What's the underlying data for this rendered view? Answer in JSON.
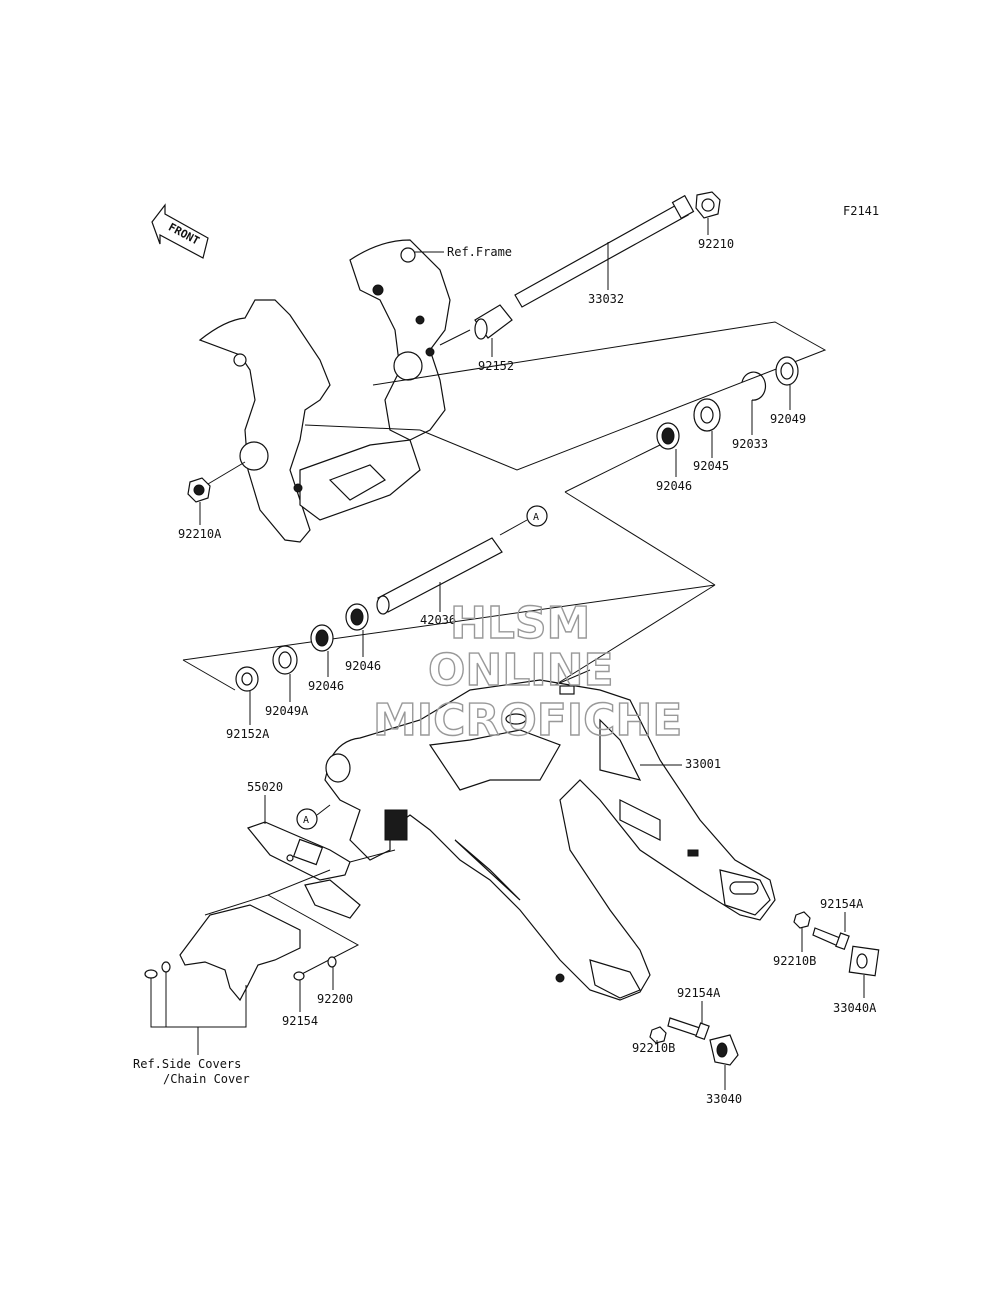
{
  "diagram_id": "F2141",
  "front_label": "FRONT",
  "watermark": [
    "HLSM",
    "ONLINE",
    "MICROFICHE"
  ],
  "ref_labels": {
    "frame": "Ref.Frame",
    "side_covers_line1": "Ref.Side Covers",
    "side_covers_line2": "/Chain Cover"
  },
  "callout": "A",
  "parts": {
    "p92210": "92210",
    "p33032": "33032",
    "p92152": "92152",
    "p92049": "92049",
    "p92033": "92033",
    "p92045": "92045",
    "p92046_top": "92046",
    "p92210A": "92210A",
    "p42036": "42036",
    "p92046_mid": "92046",
    "p92046_low": "92046",
    "p92049A": "92049A",
    "p92152A": "92152A",
    "p33001": "33001",
    "p55020": "55020",
    "p92154A_r": "92154A",
    "p92210B_r": "92210B",
    "p33040A": "33040A",
    "p92154A_c": "92154A",
    "p92210B_c": "92210B",
    "p33040": "33040",
    "p92200": "92200",
    "p92154": "92154"
  }
}
